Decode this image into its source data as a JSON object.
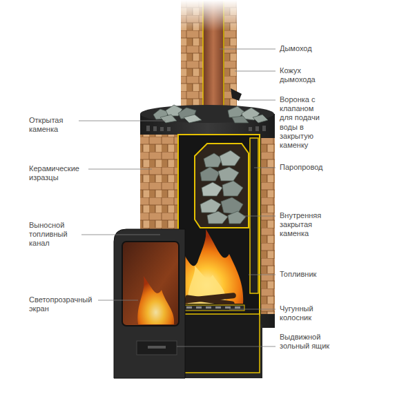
{
  "diagram": {
    "labels": [
      "Открытая каменка",
      "Керамические изразцы",
      "Выносной топливный канал",
      "Светопрозрачный экран",
      "Дымоход",
      "Кожух дымохода",
      "Воронка с клапаном для подачи воды в закрытую каменку",
      "Паропровод",
      "Внутренняя закрытая каменка",
      "Топливник",
      "Чугунный колосник",
      "Выдвижной зольный ящик"
    ]
  }
}
